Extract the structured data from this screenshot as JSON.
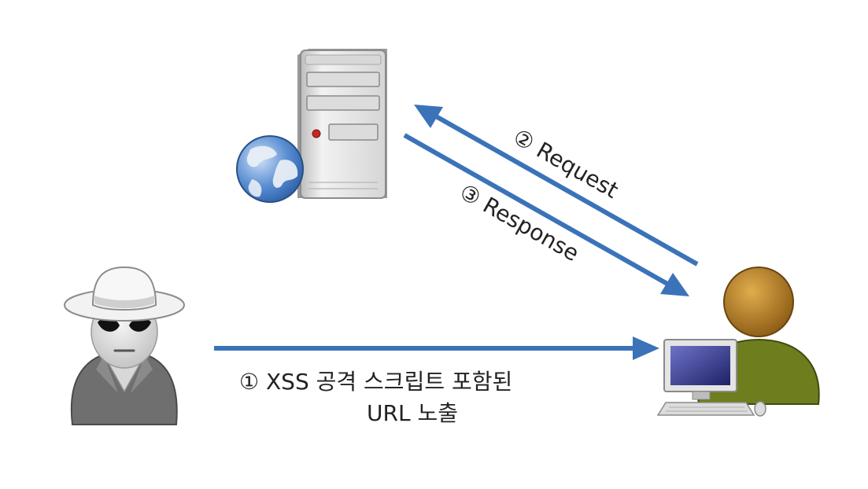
{
  "nodes": {
    "server": {
      "icon": "web-server-icon"
    },
    "attacker": {
      "icon": "attacker-spy-icon"
    },
    "victim": {
      "icon": "user-computer-icon"
    }
  },
  "edges": {
    "step1": {
      "line1": "① XSS 공격 스크립트 포함된",
      "line2": "URL 노출"
    },
    "step2": {
      "label": "② Request"
    },
    "step3": {
      "label": "③ Response"
    }
  },
  "colors": {
    "arrow": "#3b73b9",
    "server_body": "#e6e6e6",
    "globe": "#4a80c8",
    "victim_head": "#b07a22",
    "victim_body": "#6e7d1e",
    "attacker_body": "#6f6f6f"
  }
}
